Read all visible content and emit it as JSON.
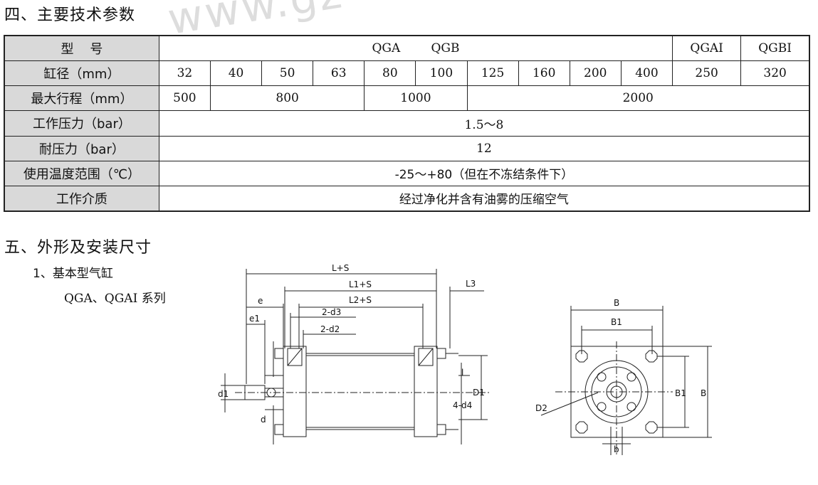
{
  "watermark": "www.gz",
  "section4_title": "四、主要技术参数",
  "table": {
    "row_model": {
      "label": "型    号",
      "group1": "QGA        QGB",
      "group2a": "QGAI",
      "group2b": "QGBI"
    },
    "row_bore": {
      "label": "缸径（mm）",
      "values": [
        "32",
        "40",
        "50",
        "63",
        "80",
        "100",
        "125",
        "160",
        "200",
        "400",
        "250",
        "320"
      ]
    },
    "row_stroke": {
      "label": "最大行程（mm）",
      "values": [
        "500",
        "800",
        "1000",
        "2000"
      ]
    },
    "row_pressure": {
      "label": "工作压力（bar）",
      "value": "1.5～8"
    },
    "row_proof": {
      "label": "耐压力（bar）",
      "value": "12"
    },
    "row_temp": {
      "label": "使用温度范围（℃）",
      "value": "-25～+80（但在不冻结条件下）"
    },
    "row_medium": {
      "label": "工作介质",
      "value": "经过净化并含有油雾的压缩空气"
    }
  },
  "section5_title": "五、外形及安装尺寸",
  "subsection": "1、基本型气缸",
  "series": "QGA、QGAI 系列",
  "drawing_labels": {
    "L_S": "L+S",
    "L1_S": "L1+S",
    "L2_S": "L2+S",
    "L3": "L3",
    "e": "e",
    "e1": "e1",
    "d3": "2-d3",
    "d2": "2-d2",
    "d1": "d1",
    "d": "d",
    "d4": "4-d4",
    "D1": "D1",
    "l": "l",
    "B": "B",
    "B1": "B1",
    "B_side": "B",
    "B1_side": "B1",
    "D2": "D2",
    "b": "b"
  }
}
